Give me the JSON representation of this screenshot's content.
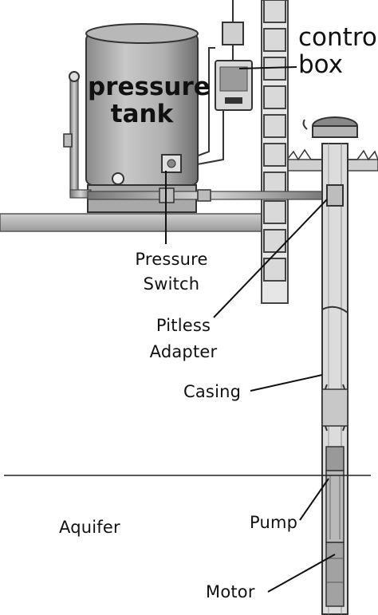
{
  "labels": {
    "pressure_tank_line1": "pressure",
    "pressure_tank_line2": "tank",
    "control_box_line1": "control",
    "control_box_line2": "box",
    "pressure_switch_line1": "Pressure",
    "pressure_switch_line2": "Switch",
    "pitless_adapter_line1": "Pitless",
    "pitless_adapter_line2": "Adapter",
    "casing": "Casing",
    "aquifer": "Aquifer",
    "pump": "Pump",
    "motor": "Motor"
  }
}
